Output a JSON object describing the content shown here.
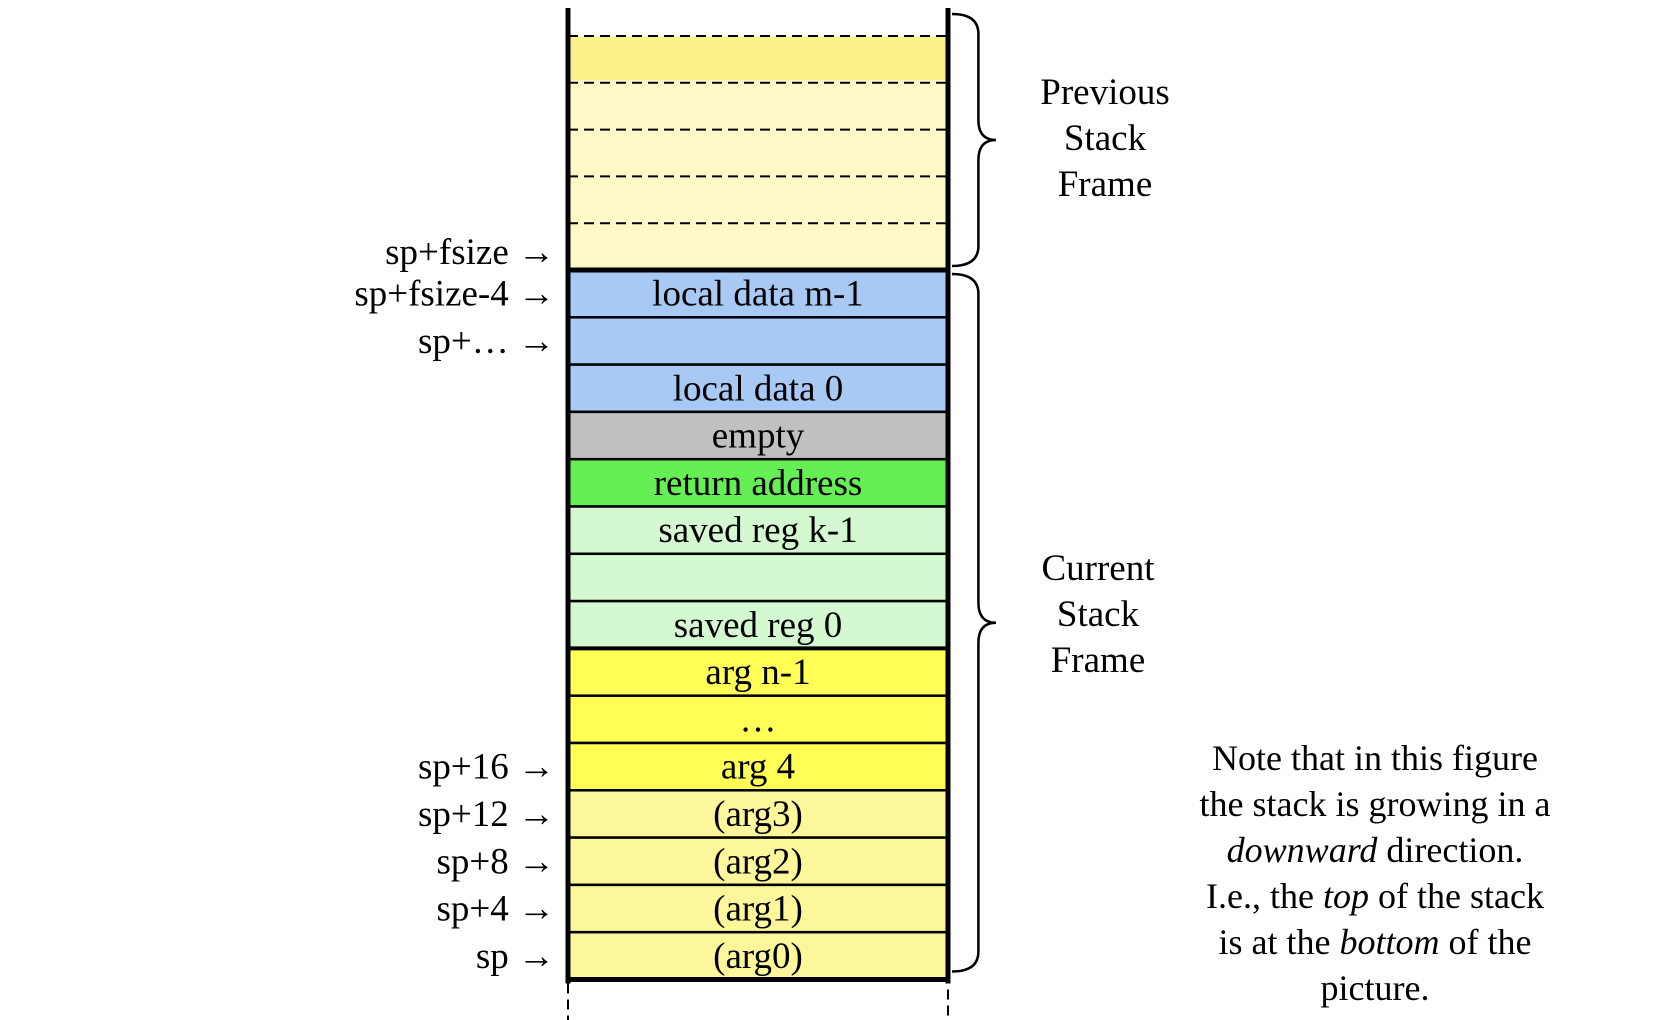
{
  "colors": {
    "previous_frame": "#fdf8c8",
    "local_data": "#a9c9f5",
    "empty": "#c0c0c0",
    "return_address": "#66ee55",
    "saved_reg": "#d4f8d0",
    "arg_main": "#ffff55",
    "arg_reg": "#fdf79c"
  },
  "previous_frame": {
    "label": [
      "Previous",
      "Stack",
      "Frame"
    ],
    "slots": 5
  },
  "current_frame": {
    "label": [
      "Current",
      "Stack",
      "Frame"
    ]
  },
  "cells": [
    {
      "text": "local data m-1",
      "color": "local_data"
    },
    {
      "text": "",
      "color": "local_data"
    },
    {
      "text": "local data 0",
      "color": "local_data"
    },
    {
      "text": "empty",
      "color": "empty"
    },
    {
      "text": "return address",
      "color": "return_address"
    },
    {
      "text": "saved reg k-1",
      "color": "saved_reg"
    },
    {
      "text": "",
      "color": "saved_reg"
    },
    {
      "text": "saved reg 0",
      "color": "saved_reg"
    },
    {
      "text": "arg n-1",
      "color": "arg_main"
    },
    {
      "text": "…",
      "color": "arg_main"
    },
    {
      "text": "arg 4",
      "color": "arg_main"
    },
    {
      "text": "(arg3)",
      "color": "arg_reg"
    },
    {
      "text": "(arg2)",
      "color": "arg_reg"
    },
    {
      "text": "(arg1)",
      "color": "arg_reg"
    },
    {
      "text": "(arg0)",
      "color": "arg_reg"
    }
  ],
  "pointers": [
    {
      "text": "sp+fsize →",
      "boundary": 0
    },
    {
      "text": "sp+fsize-4 →",
      "cell": 0
    },
    {
      "text": "sp+… →",
      "cell": 1
    },
    {
      "text": "sp+16 →",
      "cell": 10
    },
    {
      "text": "sp+12 →",
      "cell": 11
    },
    {
      "text": "sp+8 →",
      "cell": 12
    },
    {
      "text": "sp+4 →",
      "cell": 13
    },
    {
      "text": "sp →",
      "cell": 14
    }
  ],
  "note": {
    "line1": "Note that in this figure",
    "line2": "the stack is growing in a",
    "line3_em": "downward",
    "line3_rest": " direction.",
    "line4_pre": "I.e., the ",
    "line4_em": "top",
    "line4_post": " of the stack",
    "line5_pre": "is at the ",
    "line5_em": "bottom",
    "line5_post": " of the",
    "line6": "picture."
  }
}
